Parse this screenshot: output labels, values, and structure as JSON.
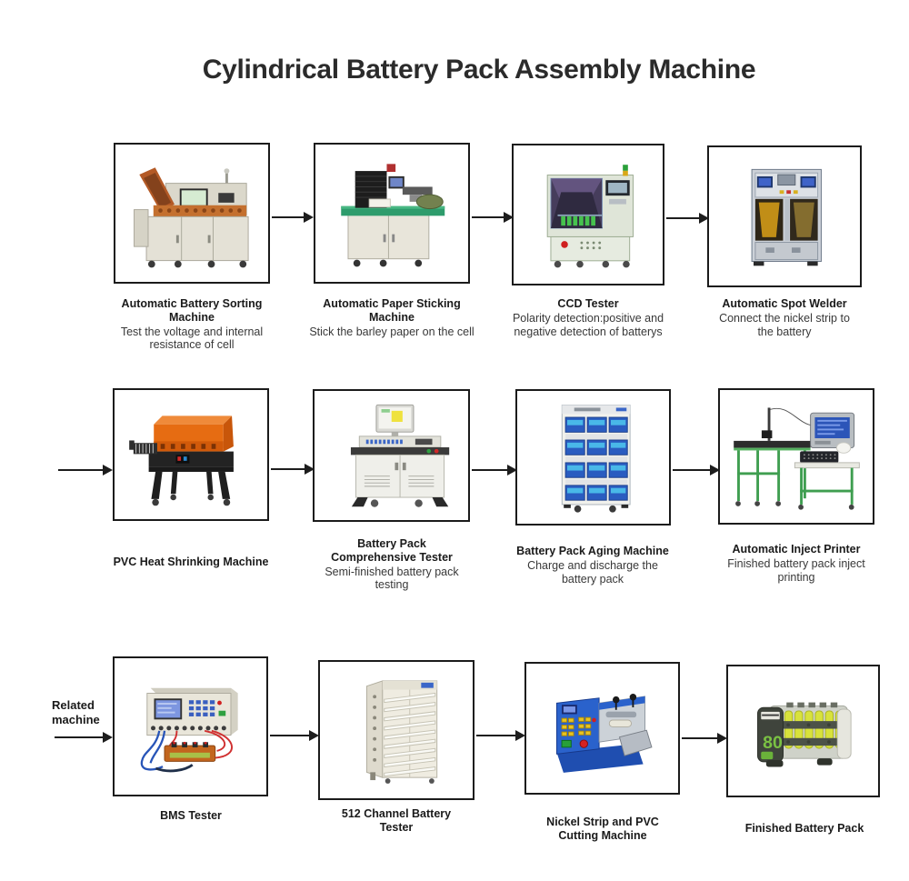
{
  "page": {
    "title": "Cylindrical Battery Pack Assembly Machine",
    "related_machine_label": "Related machine",
    "background_color": "#ffffff"
  },
  "colors": {
    "box_border": "#1b1b1b",
    "arrow": "#1d1d1d",
    "title_text": "#2b2b2b",
    "caption_title": "#1a1a1a",
    "caption_description": "#383838"
  },
  "stations": [
    {
      "name": "Automatic Battery Sorting Machine",
      "description": "Test the voltage and internal resistance of cell",
      "image": "battery-sorting-machine"
    },
    {
      "name": "Automatic Paper Sticking Machine",
      "description": "Stick the barley paper on the cell",
      "image": "paper-sticking-machine"
    },
    {
      "name": "CCD Tester",
      "description": "Polarity detection:positive and negative detection of batterys",
      "image": "ccd-tester"
    },
    {
      "name": "Automatic Spot Welder",
      "description": "Connect the nickel strip to the battery",
      "image": "spot-welder"
    },
    {
      "name": "PVC Heat Shrinking Machine",
      "description": "",
      "image": "pvc-heat-shrinking-machine"
    },
    {
      "name": "Battery Pack Comprehensive Tester",
      "description": "Semi-finished battery pack testing",
      "image": "comprehensive-tester"
    },
    {
      "name": "Battery Pack Aging Machine",
      "description": "Charge and discharge the battery pack",
      "image": "aging-machine"
    },
    {
      "name": "Automatic Inject Printer",
      "description": "Finished battery pack inject printing",
      "image": "inject-printer"
    },
    {
      "name": "BMS Tester",
      "description": "",
      "image": "bms-tester"
    },
    {
      "name": "512 Channel Battery Tester",
      "description": "",
      "image": "channel-battery-tester"
    },
    {
      "name": "Nickel Strip and PVC Cutting Machine",
      "description": "",
      "image": "cutting-machine"
    },
    {
      "name": "Finished Battery Pack",
      "description": "",
      "image": "finished-battery-pack",
      "pack_label": "80"
    }
  ]
}
